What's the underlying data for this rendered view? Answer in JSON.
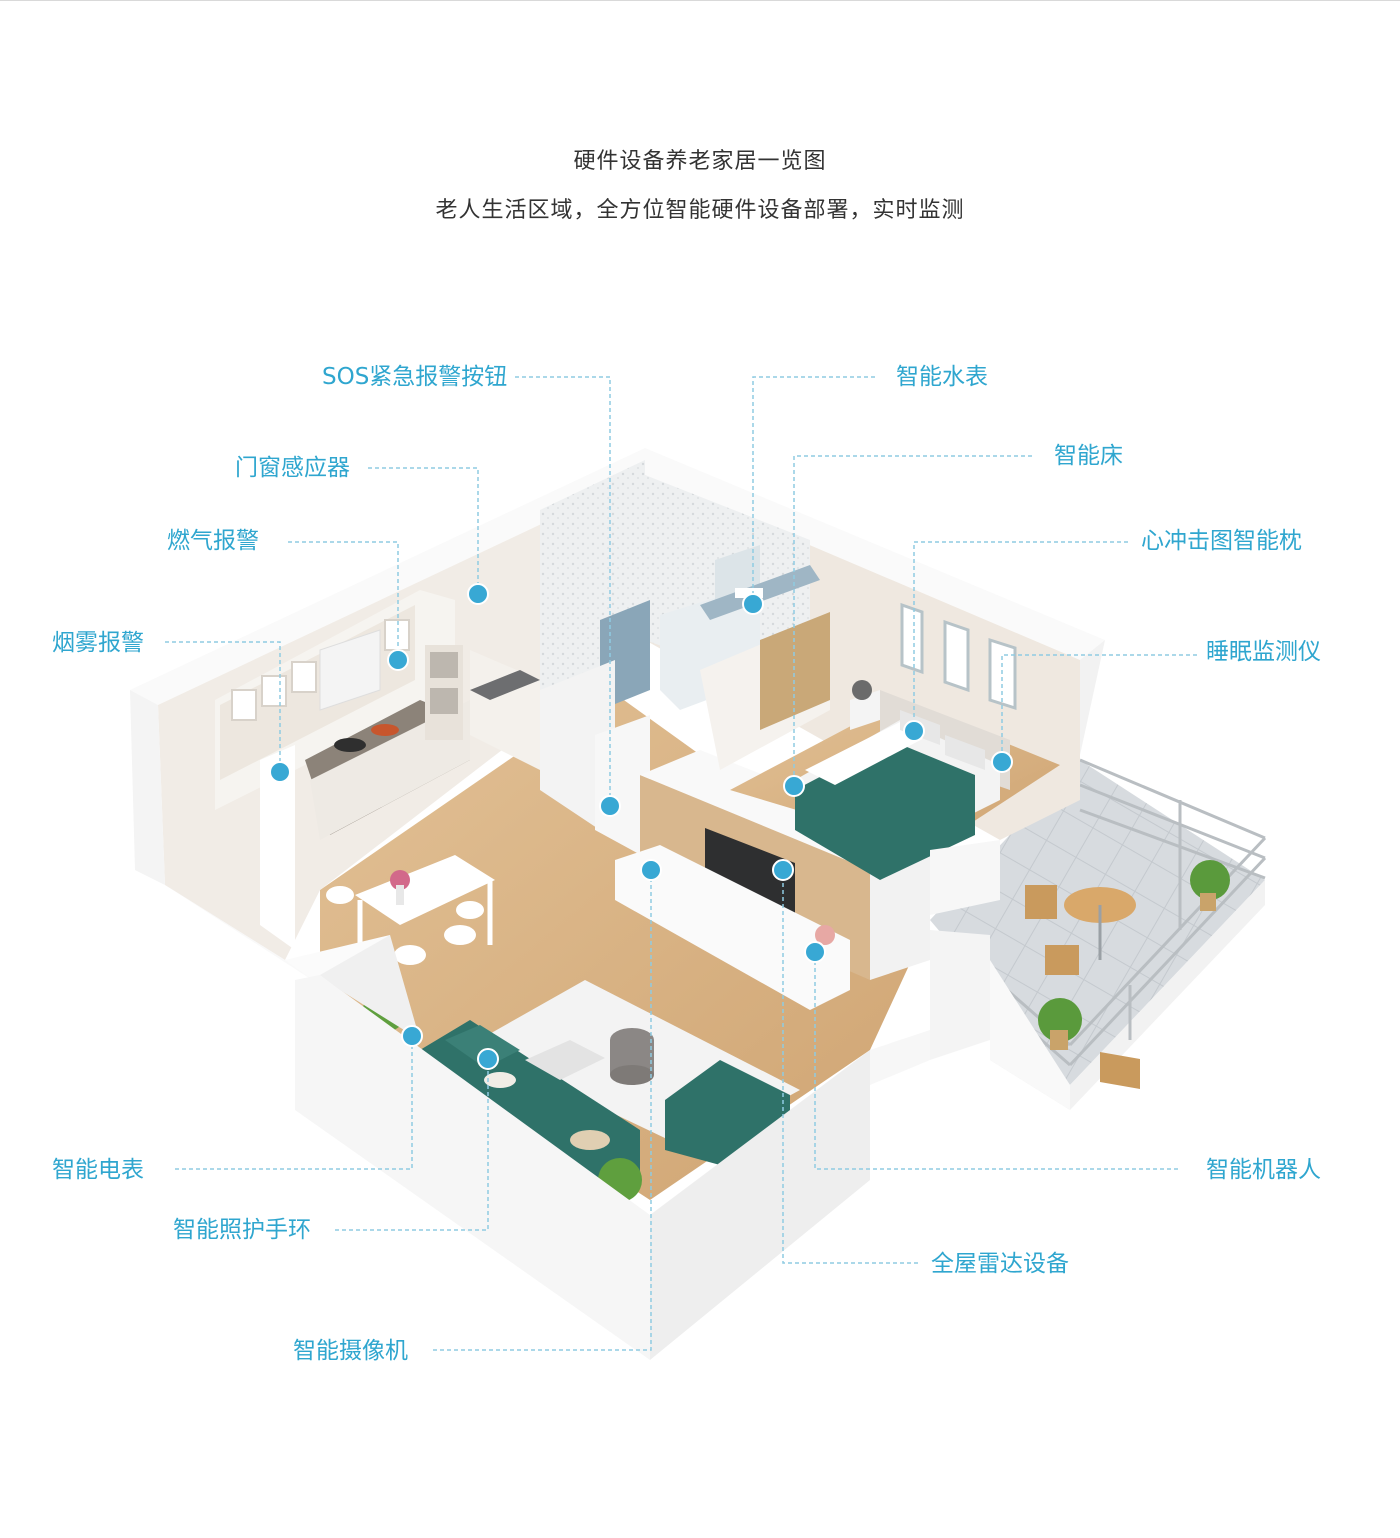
{
  "header": {
    "title": "硬件设备养老家居一览图",
    "subtitle": "老人生活区域，全方位智能硬件设备部署，实时监测"
  },
  "colors": {
    "accent": "#2fa6cf",
    "leader_line": "#8fcbe2",
    "wall": "#f7f7f7",
    "floor": "#d8b383",
    "sofa": "#2f7269",
    "dot": "#38a8d4"
  },
  "devices": {
    "sos_button": "SOS紧急报警按钮",
    "door_sensor": "门窗感应器",
    "gas_alarm": "燃气报警",
    "smoke_alarm": "烟雾报警",
    "water_meter": "智能水表",
    "smart_bed": "智能床",
    "bcg_pillow": "心冲击图智能枕",
    "sleep_monitor": "睡眠监测仪",
    "electric_meter": "智能电表",
    "care_bracelet": "智能照护手环",
    "camera": "智能摄像机",
    "robot": "智能机器人",
    "radar": "全屋雷达设备"
  }
}
